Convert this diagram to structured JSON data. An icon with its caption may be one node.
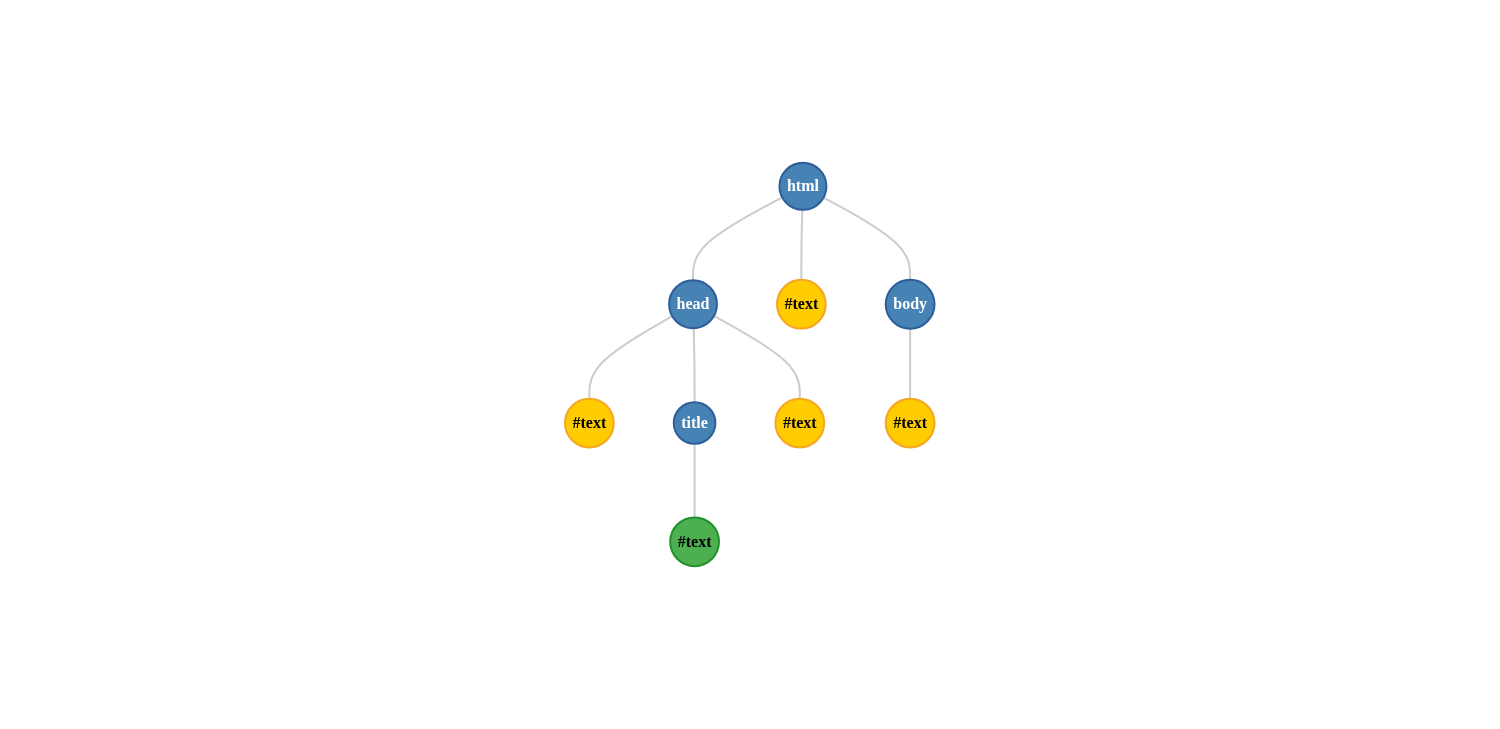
{
  "diagram": {
    "nodes": [
      {
        "text": [
          "html"
        ]
      },
      {
        "text": [
          "head"
        ]
      },
      {
        "text": [
          "#text"
        ]
      },
      {
        "text": [
          "body"
        ]
      },
      {
        "text": [
          "#text"
        ]
      },
      {
        "text": [
          "title"
        ]
      },
      {
        "text": [
          "#text"
        ]
      },
      {
        "text": [
          "#text"
        ]
      },
      {
        "text": [
          "#text"
        ]
      }
    ],
    "edges": [
      {
        "from": 0,
        "to": 1,
        "arrow": "none"
      },
      {
        "from": 0,
        "to": 2,
        "arrow": "none"
      },
      {
        "from": 0,
        "to": 3,
        "arrow": "none"
      },
      {
        "from": 1,
        "to": 4,
        "arrow": "none"
      },
      {
        "from": 1,
        "to": 5,
        "arrow": "none"
      },
      {
        "from": 1,
        "to": 6,
        "arrow": "none"
      },
      {
        "from": 3,
        "to": 7,
        "arrow": "none"
      },
      {
        "from": 5,
        "to": 8,
        "arrow": "none"
      }
    ]
  }
}
